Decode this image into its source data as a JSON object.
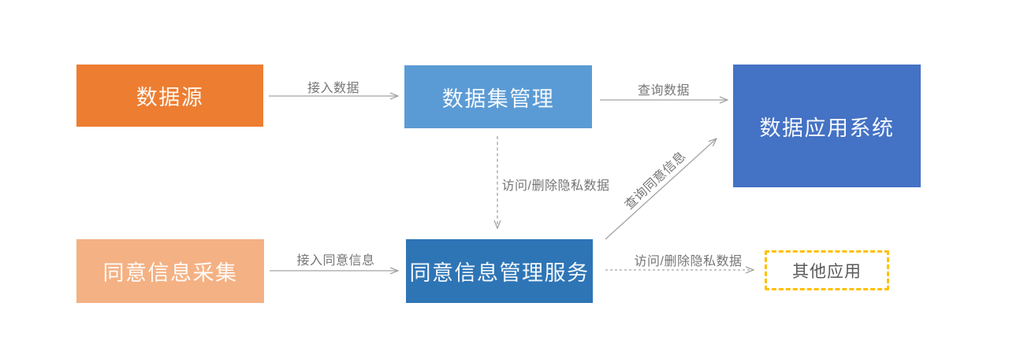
{
  "diagram": {
    "nodes": {
      "data_source": {
        "label": "数据源",
        "fill": "#ED7D31",
        "text_color": "#FFFFFF"
      },
      "dataset_mgmt": {
        "label": "数据集管理",
        "fill": "#5B9BD5",
        "text_color": "#FFFFFF"
      },
      "data_app_system": {
        "label": "数据应用系统",
        "fill": "#4472C4",
        "text_color": "#FFFFFF"
      },
      "consent_collection": {
        "label": "同意信息采集",
        "fill": "#F4B183",
        "text_color": "#FFFFFF"
      },
      "consent_service": {
        "label": "同意信息管理服务",
        "fill": "#2E75B6",
        "text_color": "#FFFFFF"
      },
      "other_apps": {
        "label": "其他应用",
        "border_color": "#FFC000",
        "text_color": "#595959"
      }
    },
    "edges": {
      "access_data": {
        "label": "接入数据",
        "style": "solid",
        "from": "data_source",
        "to": "dataset_mgmt"
      },
      "query_data": {
        "label": "查询数据",
        "style": "solid",
        "from": "dataset_mgmt",
        "to": "data_app_system"
      },
      "access_delete_top": {
        "label": "访问/删除隐私数据",
        "style": "dashed",
        "from": "dataset_mgmt",
        "to": "consent_service"
      },
      "access_consent": {
        "label": "接入同意信息",
        "style": "solid",
        "from": "consent_collection",
        "to": "consent_service"
      },
      "query_consent": {
        "label": "查询同意信息",
        "style": "solid",
        "from": "consent_service",
        "to": "data_app_system"
      },
      "access_delete_bot": {
        "label": "访问/删除隐私数据",
        "style": "dashed",
        "from": "consent_service",
        "to": "other_apps"
      }
    },
    "line_color": "#A3A3A3",
    "label_color": "#757575"
  }
}
